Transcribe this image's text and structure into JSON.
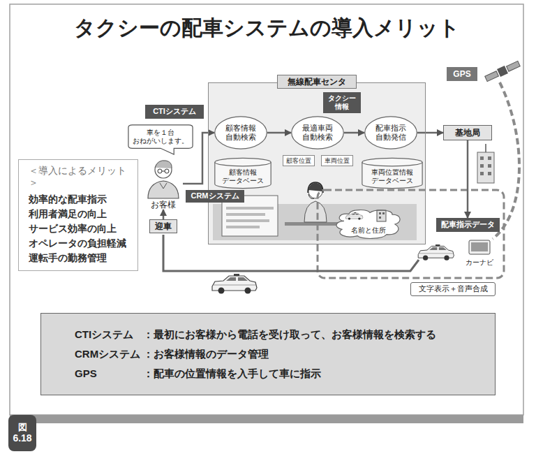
{
  "diagram": {
    "title": "タクシーの配車システムの導入メリット",
    "nodes": [
      {
        "text": [
          "無線配車センタ"
        ]
      },
      {
        "text": [
          "顧客情報 自動検索"
        ],
        "in": 0
      },
      {
        "text": [
          "タクシー 情報"
        ],
        "in": 0
      },
      {
        "text": [
          "最適車両 自動検索"
        ],
        "in": 0
      },
      {
        "text": [
          "配車指示 自動発信"
        ],
        "in": 0
      },
      {
        "text": [
          "顧客情報 データベース"
        ],
        "in": 0
      },
      {
        "text": [
          "顧客位置"
        ],
        "in": 0
      },
      {
        "text": [
          "車両位置"
        ],
        "in": 0
      },
      {
        "text": [
          "車両位置情報 データベース"
        ],
        "in": 0
      },
      {
        "text": [
          "CRMシステム"
        ],
        "in": 0
      },
      {
        "text": [
          "名前と住所"
        ],
        "in": 0
      },
      {
        "text": [
          "CTIシステム"
        ]
      },
      {
        "text": [
          "基地局"
        ]
      },
      {
        "text": [
          "GPS"
        ]
      },
      {
        "text": [
          "車を１台 おねがいします。"
        ]
      },
      {
        "text": [
          "お客様"
        ]
      },
      {
        "text": [
          "迎車"
        ]
      },
      {
        "text": [
          "配車指示データ"
        ]
      },
      {
        "text": [
          "カーナビ"
        ]
      },
      {
        "text": [
          "文字表示＋音声合成"
        ]
      },
      {
        "text": [
          "＜導入によるメリット＞",
          "効率的な配車指示",
          "利用者満足の向上",
          "サービス効率の向上",
          "オペレータの負担軽減",
          "運転手の勤務管理"
        ]
      },
      {
        "text": [
          "CTIシステム",
          "：最初にお客様から電話を受け取って、お客様情報を検索する",
          "CRMシステム",
          "：お客様情報のデータ管理",
          "GPS",
          "：配車の位置情報を入手して車に指示"
        ]
      },
      {
        "text": [
          "図",
          "6.18"
        ]
      }
    ],
    "edges": [
      {
        "from": 15,
        "to": 1,
        "arrow": "to"
      },
      {
        "from": 1,
        "to": 3,
        "arrow": "to"
      },
      {
        "from": 3,
        "to": 4,
        "arrow": "to"
      },
      {
        "from": 4,
        "to": 12,
        "arrow": "to"
      },
      {
        "from": 12,
        "to": 17,
        "arrow": "to"
      },
      {
        "from": 16,
        "to": 15,
        "arrow": "to"
      }
    ]
  }
}
